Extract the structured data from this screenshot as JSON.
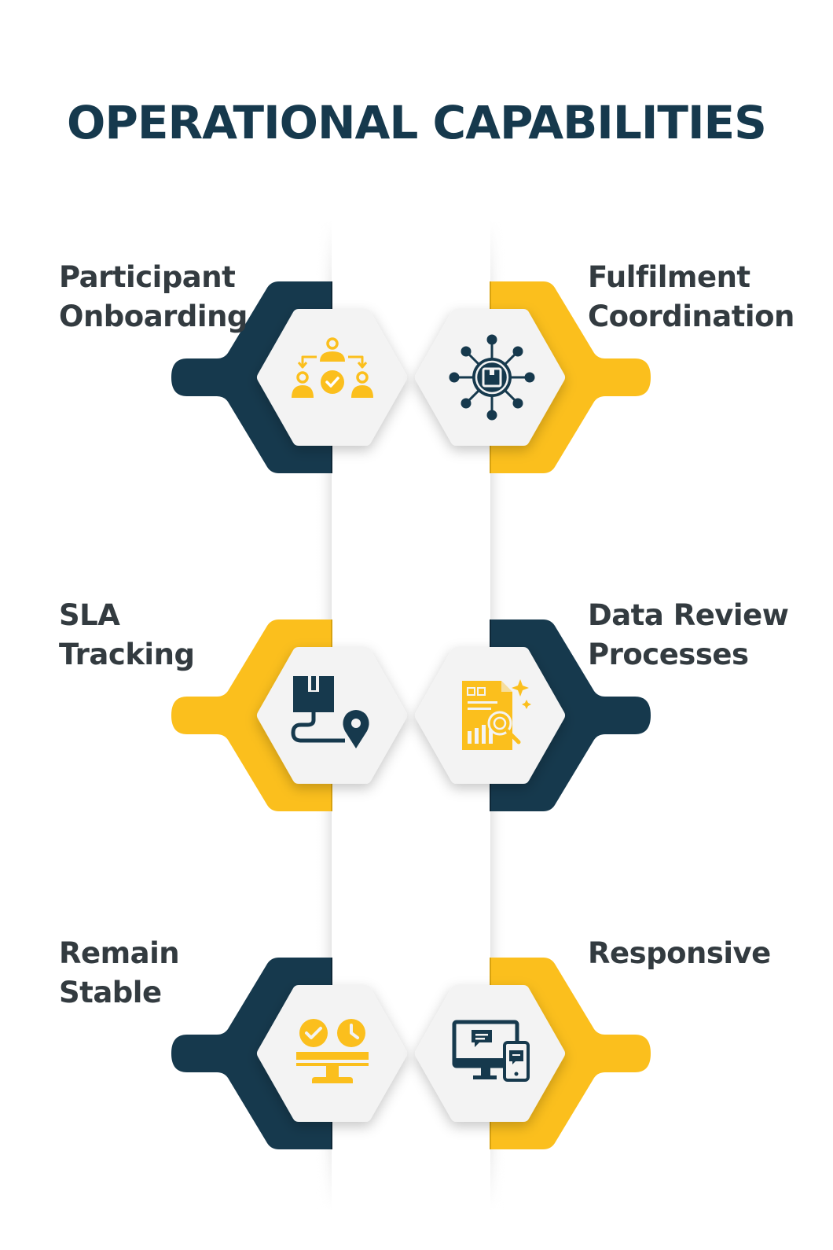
{
  "title": "OPERATIONAL CAPABILITIES",
  "colors": {
    "navy": "#16394d",
    "yellow": "#fbbf1d",
    "text": "#333b40"
  },
  "items": [
    {
      "line1": "Participant",
      "line2": "Onboarding",
      "side": "left",
      "color": "navy",
      "icon": "onboarding-flow-icon"
    },
    {
      "line1": "Fulfilment",
      "line2": "Coordination",
      "side": "right",
      "color": "yellow",
      "icon": "network-hub-icon"
    },
    {
      "line1": "SLA",
      "line2": "Tracking",
      "side": "left",
      "color": "yellow",
      "icon": "delivery-route-icon"
    },
    {
      "line1": "Data Review",
      "line2": "Processes",
      "side": "right",
      "color": "navy",
      "icon": "data-review-icon"
    },
    {
      "line1": "Remain",
      "line2": "Stable",
      "side": "left",
      "color": "navy",
      "icon": "stable-monitor-icon"
    },
    {
      "line1": "Responsive",
      "line2": "",
      "side": "right",
      "color": "yellow",
      "icon": "responsive-devices-icon"
    }
  ]
}
